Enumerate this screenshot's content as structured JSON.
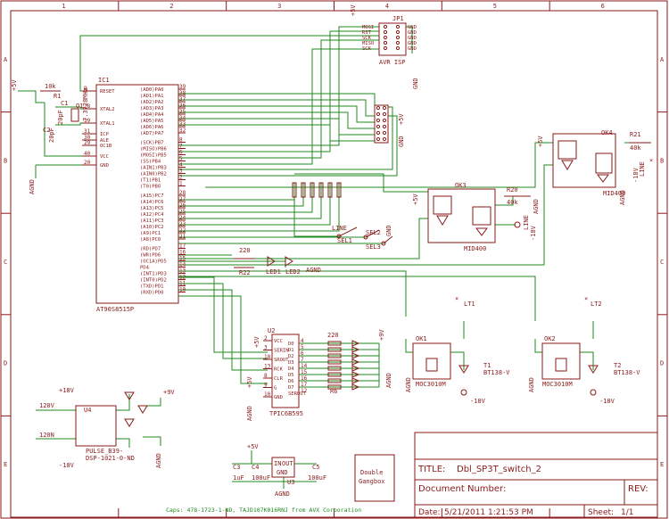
{
  "frame": {
    "columns": [
      "1",
      "2",
      "3",
      "4",
      "5",
      "6"
    ],
    "rows": [
      "A",
      "B",
      "C",
      "D",
      "E"
    ]
  },
  "title_block": {
    "title_label": "TITLE:",
    "title_value": "Dbl_SP3T_switch_2",
    "doc_label": "Document Number:",
    "rev_label": "REV:",
    "date_label": "Date:",
    "date_value": "5/21/2011 1:21:53 PM",
    "sheet_label": "Sheet:",
    "sheet_value": "1/1"
  },
  "parts": {
    "ic1": {
      "ref": "IC1",
      "value": "AT90S8515P",
      "left_pins": [
        {
          "num": "9",
          "name": "RESET"
        },
        {
          "num": "18",
          "name": "XTAL2"
        },
        {
          "num": "19",
          "name": "XTAL1"
        },
        {
          "num": "31",
          "name": "ICP"
        },
        {
          "num": "30",
          "name": "ALE"
        },
        {
          "num": "29",
          "name": "OC1B"
        },
        {
          "num": "40",
          "name": "VCC"
        },
        {
          "num": "20",
          "name": "GND"
        }
      ],
      "right_pins": [
        {
          "num": "39",
          "name": "(AD0)PA0"
        },
        {
          "num": "38",
          "name": "(AD1)PA1"
        },
        {
          "num": "37",
          "name": "(AD2)PA2"
        },
        {
          "num": "36",
          "name": "(AD3)PA3"
        },
        {
          "num": "35",
          "name": "(AD4)PA4"
        },
        {
          "num": "34",
          "name": "(AD5)PA5"
        },
        {
          "num": "33",
          "name": "(AD6)PA6"
        },
        {
          "num": "32",
          "name": "(AD7)PA7"
        },
        {
          "num": "8",
          "name": "(SCK)PB7"
        },
        {
          "num": "7",
          "name": "(MISO)PB6"
        },
        {
          "num": "6",
          "name": "(MOSI)PB5"
        },
        {
          "num": "5",
          "name": "(SS)PB4"
        },
        {
          "num": "4",
          "name": "(AIN1)PB3"
        },
        {
          "num": "3",
          "name": "(AIN0)PB2"
        },
        {
          "num": "2",
          "name": "(T1)PB1"
        },
        {
          "num": "1",
          "name": "(T0)PB0"
        },
        {
          "num": "28",
          "name": "(A15)PC7"
        },
        {
          "num": "27",
          "name": "(A14)PC6"
        },
        {
          "num": "26",
          "name": "(A13)PC5"
        },
        {
          "num": "25",
          "name": "(A12)PC4"
        },
        {
          "num": "24",
          "name": "(A11)PC3"
        },
        {
          "num": "23",
          "name": "(A10)PC2"
        },
        {
          "num": "22",
          "name": "(A9)PC1"
        },
        {
          "num": "21",
          "name": "(A8)PC0"
        },
        {
          "num": "17",
          "name": "(RD)PD7"
        },
        {
          "num": "16",
          "name": "(WR)PD6"
        },
        {
          "num": "15",
          "name": "(OC1A)PD5"
        },
        {
          "num": "14",
          "name": "PD4"
        },
        {
          "num": "13",
          "name": "(INT1)PD3"
        },
        {
          "num": "12",
          "name": "(INT0)PD2"
        },
        {
          "num": "11",
          "name": "(TXD)PD1"
        },
        {
          "num": "10",
          "name": "(RXD)PD0"
        }
      ]
    },
    "u2": {
      "ref": "U2",
      "value": "TPIC6B595",
      "left_pins": [
        {
          "num": "2",
          "name": "VCC"
        },
        {
          "num": "3",
          "name": "SERIN"
        },
        {
          "num": "18",
          "name": "SROUT"
        },
        {
          "num": "13",
          "name": "RCK"
        },
        {
          "num": "8",
          "name": "CLR"
        },
        {
          "num": "9",
          "name": "G"
        },
        {
          "num": "10",
          "name": "GND"
        }
      ],
      "right_pins": [
        {
          "num": "4",
          "name": "D0"
        },
        {
          "num": "5",
          "name": "D1"
        },
        {
          "num": "6",
          "name": "D2"
        },
        {
          "num": "7",
          "name": "D3"
        },
        {
          "num": "14",
          "name": "D4"
        },
        {
          "num": "15",
          "name": "D5"
        },
        {
          "num": "16",
          "name": "D6"
        },
        {
          "num": "17",
          "name": "D7"
        },
        {
          "num": "12",
          "name": "SEROUT"
        }
      ]
    },
    "jp1": {
      "ref": "JP1",
      "value": "AVR ISP",
      "pins": [
        "MOSI",
        "RST",
        "SCK",
        "MISO",
        "SCK"
      ],
      "gnd": [
        "GND",
        "GND",
        "GND",
        "GND",
        "GND"
      ]
    },
    "ok1": {
      "ref": "OK1",
      "value": "MOC3010M"
    },
    "ok2": {
      "ref": "OK2",
      "value": "MOC3010M"
    },
    "ok3": {
      "ref": "OK3",
      "value": "MID400"
    },
    "ok4": {
      "ref": "OK4",
      "value": "MID400"
    },
    "t1": {
      "ref": "T1",
      "value": "BT138-V"
    },
    "t2": {
      "ref": "T2",
      "value": "BT138-V"
    },
    "lt1": {
      "ref": "LT1"
    },
    "lt2": {
      "ref": "LT2"
    },
    "u4": {
      "ref": "U4",
      "value": "PULSE_B39-",
      "value2": "DSP-1021-0-ND"
    },
    "u3": {
      "ref": "U3",
      "in": "IN",
      "out": "OUT",
      "gnd": "GND"
    },
    "gangbox": {
      "line1": "Double",
      "line2": "Gangbox"
    },
    "r20": {
      "ref": "R20",
      "value": "40k"
    },
    "r21": {
      "ref": "R21",
      "value": "40k"
    },
    "r1": {
      "ref": "R1",
      "value": "10k"
    },
    "r22": {
      "ref": "R22",
      "value": "220"
    },
    "r6": {
      "ref": "R6",
      "value": "220"
    },
    "c1": {
      "ref": "C1",
      "value": "20pF"
    },
    "c2": {
      "ref": "C2",
      "value": "20pF"
    },
    "c3": {
      "ref": "C3",
      "value": "1uF"
    },
    "c4": {
      "ref": "C4",
      "value": "100uF"
    },
    "c5": {
      "ref": "C5",
      "value": "100uF"
    },
    "q1": {
      "ref": "Q1",
      "value": "7.3728MHz"
    },
    "led1": {
      "ref": "LED1"
    },
    "led2": {
      "ref": "LED2"
    },
    "sw": {
      "sel1": "SEL1",
      "sel2": "SEL2",
      "sel3": "SEL3",
      "line": "LINE"
    }
  },
  "supplies": {
    "p5v": "+5V",
    "p18v": "+18V",
    "m18v": "-18V",
    "p9v": "+9V",
    "agnd": "AGND",
    "gnd": "GND",
    "line": "LINE",
    "p120": "120V",
    "n120": "120N"
  },
  "note": "Caps: 478-1723-1-ND, TAJD107K016RNJ from AVX Corporation"
}
